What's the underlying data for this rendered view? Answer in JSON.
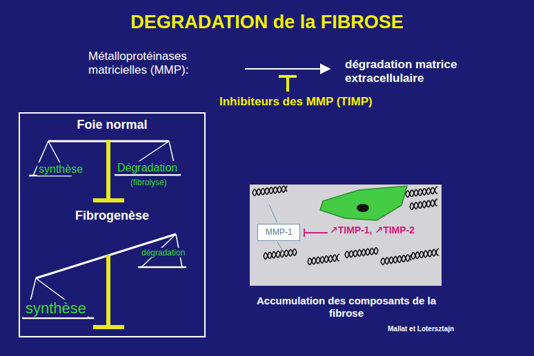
{
  "diagram": {
    "title": "DEGRADATION de la FIBROSE",
    "caption": "Accumulation des composants de la fibrose",
    "nodes": [
      {
        "text": [
          "Foie normal",
          "synthèse",
          "Dégradation",
          "(fibrolyse)",
          "Fibrogenèse",
          "synthèse",
          "dégradation"
        ]
      },
      {
        "text": [
          "↗TIMP-1, ↗TIMP-2"
        ]
      },
      {
        "text": [
          "MMP-1"
        ],
        "in": 1
      }
    ],
    "labels": [
      "Métalloprotéinases matricielles (MMP):",
      "dégradation matrice extracellulaire",
      "Inhibiteurs des MMP (TIMP)",
      "Mallat et Lotersztajn"
    ]
  }
}
